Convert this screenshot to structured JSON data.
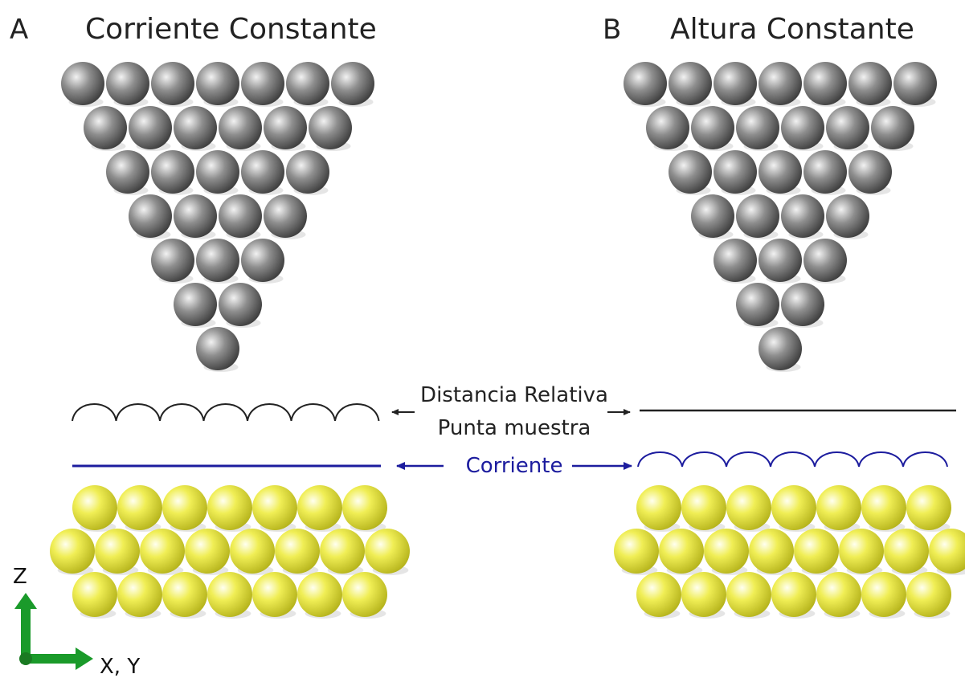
{
  "panels": {
    "a": {
      "letter": "A",
      "title": "Corriente Constante"
    },
    "b": {
      "letter": "B",
      "title": "Altura Constante"
    }
  },
  "labels": {
    "distance_line1": "Distancia Relativa",
    "distance_line2": "Punta muestra",
    "current": "Corriente"
  },
  "axes": {
    "z": "Z",
    "xy": "X, Y"
  },
  "colors": {
    "tip_atom": "#8a8a8a",
    "sample_atom": "#e8e84a",
    "current_line": "#1c1c9e",
    "distance_line": "#222222",
    "axis_arrow": "#1a9a2a"
  }
}
